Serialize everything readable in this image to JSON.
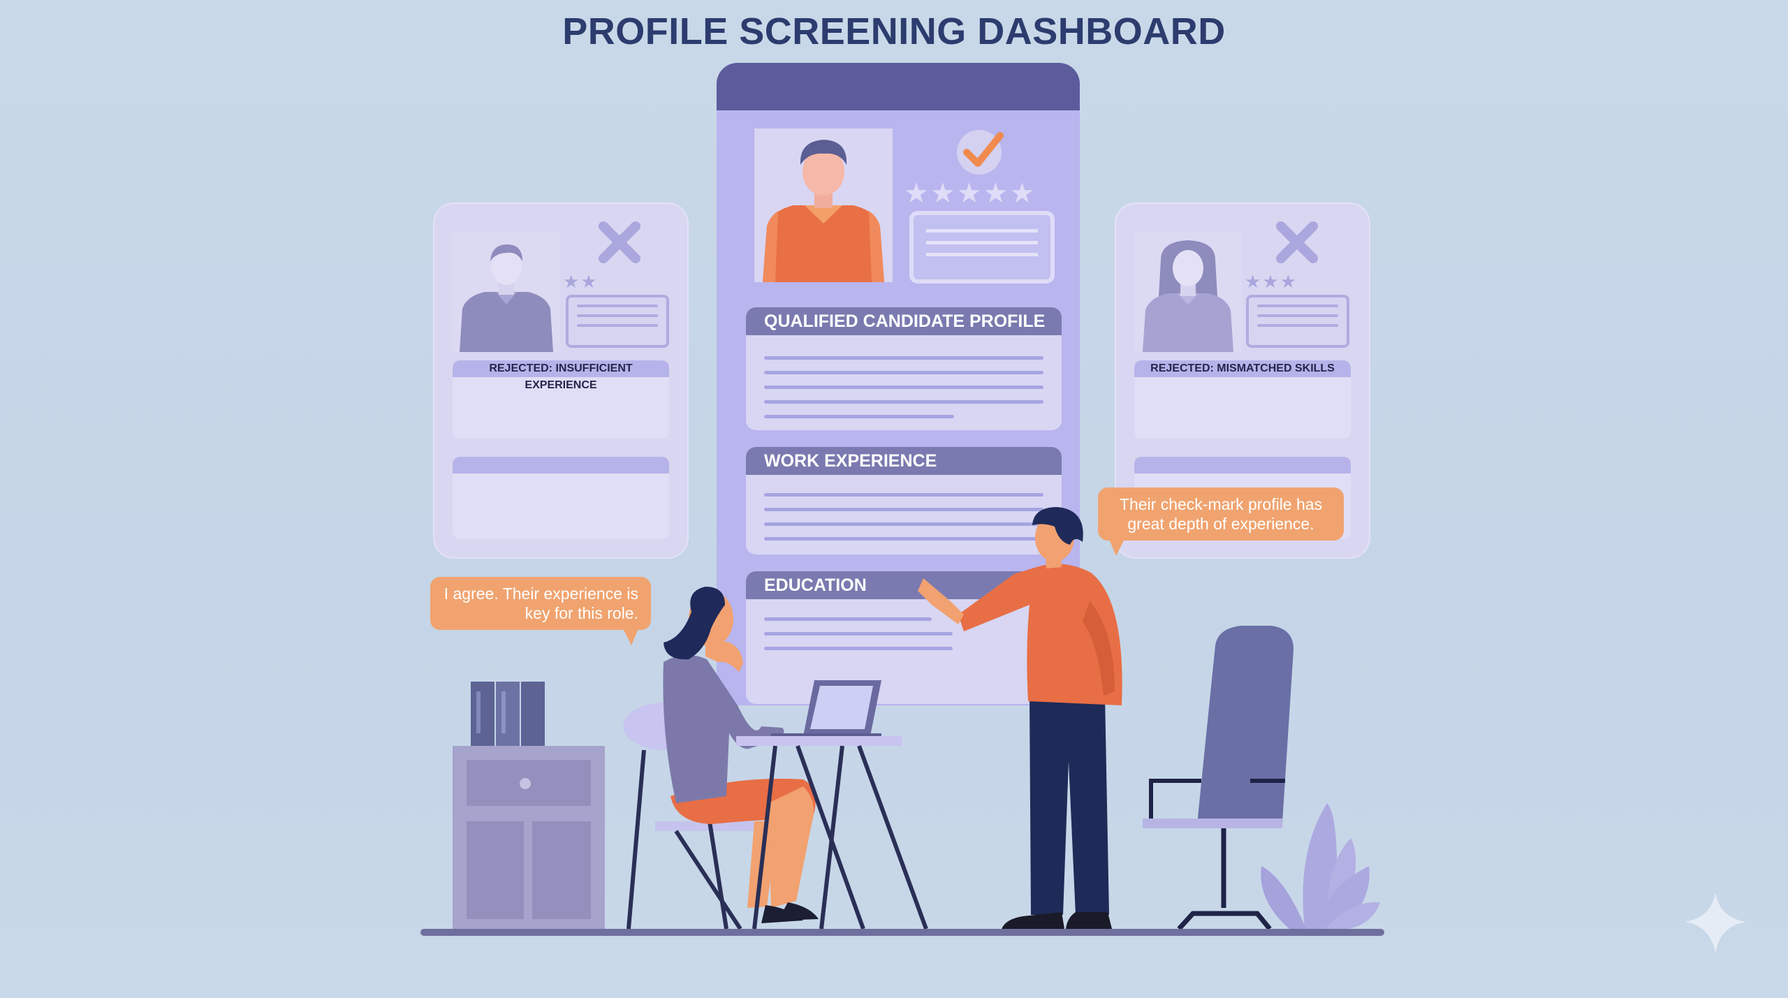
{
  "title": "PROFILE SCREENING DASHBOARD",
  "cards": {
    "left": {
      "status": "REJECTED: INSUFFICIENT EXPERIENCE",
      "rating": 2
    },
    "center": {
      "status_icon": "check-icon",
      "rating": 5,
      "sections": [
        "QUALIFIED CANDIDATE PROFILE",
        "WORK EXPERIENCE",
        "EDUCATION"
      ]
    },
    "right": {
      "status": "REJECTED: MISMATCHED SKILLS",
      "rating": 3
    }
  },
  "dialogue": {
    "man": "Their check-mark profile has great depth of experience.",
    "woman": "I agree. Their experience is key for this role."
  },
  "colors": {
    "accent_orange": "#f0a36f",
    "card_purple": "#b8b5ef",
    "title_navy": "#2c3c6e"
  }
}
